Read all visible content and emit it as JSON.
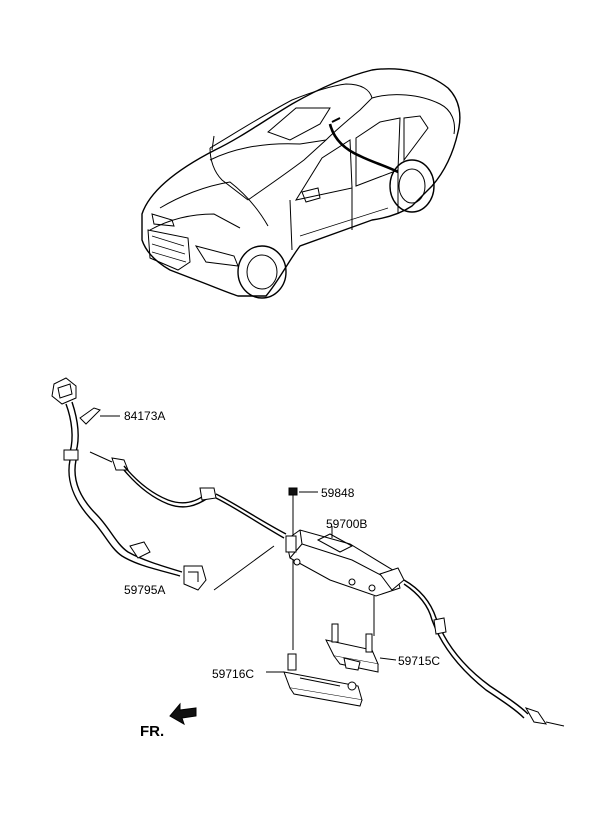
{
  "labels": {
    "p84173A": "84173A",
    "p59848": "59848",
    "p59700B": "59700B",
    "p59795A": "59795A",
    "p59716C": "59716C",
    "p59715C": "59715C"
  },
  "direction": {
    "text": "FR."
  }
}
